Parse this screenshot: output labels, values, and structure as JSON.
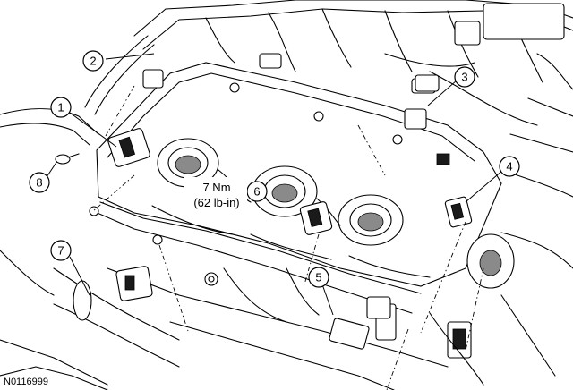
{
  "figure_code": "N0116999",
  "torque": {
    "nm": "7 Nm",
    "lbin": "(62 lb-in)"
  },
  "callouts": [
    {
      "id": "1",
      "label": "1"
    },
    {
      "id": "2",
      "label": "2"
    },
    {
      "id": "3",
      "label": "3"
    },
    {
      "id": "4",
      "label": "4"
    },
    {
      "id": "5",
      "label": "5"
    },
    {
      "id": "6",
      "label": "6"
    },
    {
      "id": "7",
      "label": "7"
    },
    {
      "id": "8",
      "label": "8"
    }
  ]
}
